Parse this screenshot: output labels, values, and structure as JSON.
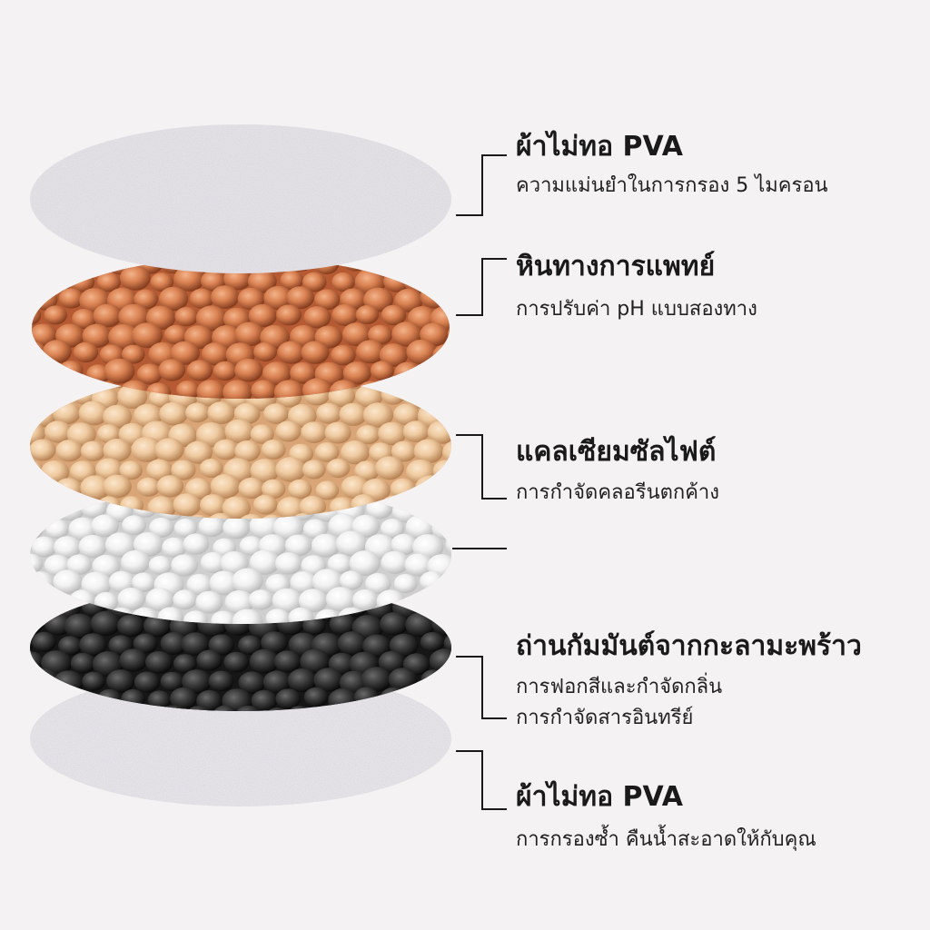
{
  "layers": [
    {
      "name": "pva-top",
      "kind": "pad",
      "base": "#e3e1e6"
    },
    {
      "name": "medical-stone",
      "kind": "balls",
      "base": "#b55a33",
      "ball": "#d98152",
      "hi": "#f3b48a",
      "sh": "#7a3518"
    },
    {
      "name": "calcium-sulfite",
      "kind": "balls",
      "base": "#d9a577",
      "ball": "#efcaa0",
      "hi": "#fbe6cc",
      "sh": "#b07a4c"
    },
    {
      "name": "white-ceramic",
      "kind": "balls",
      "base": "#cfcfcf",
      "ball": "#f2f2f2",
      "hi": "#ffffff",
      "sh": "#b5b5b5"
    },
    {
      "name": "coconut-carbon",
      "kind": "balls",
      "base": "#161616",
      "ball": "#3a3a3a",
      "hi": "#6a6a6a",
      "sh": "#050505"
    },
    {
      "name": "pva-bottom",
      "kind": "pad",
      "base": "#e5e3e8"
    }
  ],
  "labels": [
    {
      "title": "ผ้าไม่ทอ PVA",
      "desc": [
        "ความแม่นยำในการกรอง 5 ไมครอน"
      ]
    },
    {
      "title": "หินทางการแพทย์",
      "desc": [
        "การปรับค่า pH แบบสองทาง"
      ]
    },
    {
      "title": "แคลเซียมซัลไฟต์",
      "desc": [
        "การกำจัดคลอรีนตกค้าง"
      ]
    },
    {
      "title": "ถ่านกัมมันต์จากกะลามะพร้าว",
      "desc": [
        "การฟอกสีและกำจัดกลิ่น",
        "การกำจัดสารอินทรีย์"
      ]
    },
    {
      "title": "ผ้าไม่ทอ PVA",
      "desc": [
        "การกรองซ้ำ คืนน้ำสะอาดให้กับคุณ"
      ]
    }
  ]
}
